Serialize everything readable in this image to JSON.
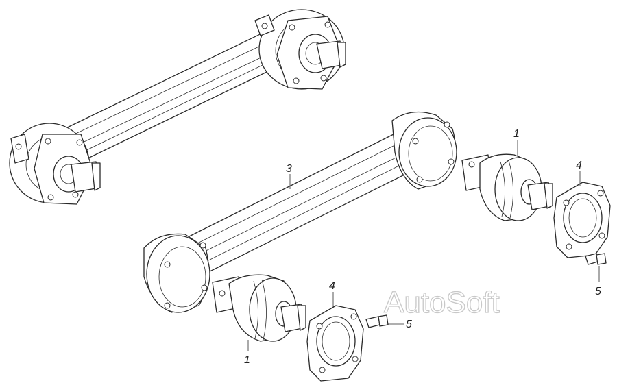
{
  "watermark": "AutoSoft",
  "callouts": [
    {
      "id": "callout-3",
      "text": "3"
    },
    {
      "id": "callout-1-top",
      "text": "1"
    },
    {
      "id": "callout-4-right",
      "text": "4"
    },
    {
      "id": "callout-5-right",
      "text": "5"
    },
    {
      "id": "callout-4-bottom",
      "text": "4"
    },
    {
      "id": "callout-5-bottom",
      "text": "5"
    },
    {
      "id": "callout-1-bottom",
      "text": "1"
    }
  ]
}
